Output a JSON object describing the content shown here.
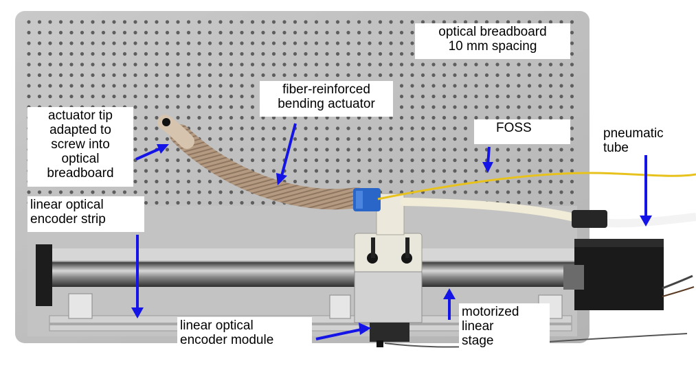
{
  "colors": {
    "arrow": "#1414e6",
    "label_background": "#ffffff",
    "label_text": "#000000",
    "fiber": "#e8c21c",
    "actuator": "#b59c84",
    "connector": "#2a66c8"
  },
  "labels": {
    "breadboard": [
      "optical breadboard",
      "10 mm spacing"
    ],
    "actuator": [
      "fiber-reinforced",
      "bending actuator"
    ],
    "tip": [
      "actuator tip",
      "adapted to",
      "screw into",
      "optical",
      "breadboard"
    ],
    "foss": [
      "FOSS"
    ],
    "pneumatic": [
      "pneumatic",
      "tube"
    ],
    "strip": [
      "linear optical",
      "encoder strip"
    ],
    "module": [
      "linear optical",
      "encoder module"
    ],
    "stage": [
      "motorized",
      "linear",
      "stage"
    ]
  }
}
